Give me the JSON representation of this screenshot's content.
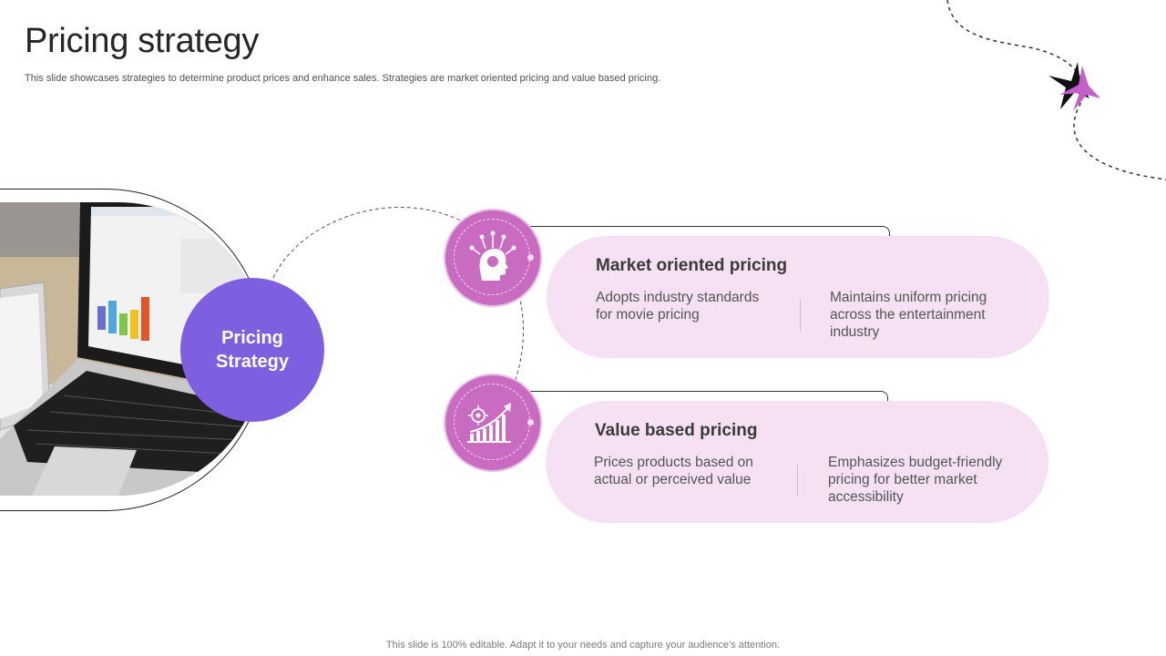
{
  "slide": {
    "title": "Pricing strategy",
    "subtitle": "This slide showcases strategies to determine product prices and enhance sales. Strategies are market oriented pricing and value based pricing.",
    "footer": "This slide is 100% editable. Adapt it to your needs and capture your audience’s attention."
  },
  "center": {
    "label": "Pricing Strategy"
  },
  "strategies": [
    {
      "title": "Market oriented pricing",
      "point_1": "Adopts industry standards for movie pricing",
      "point_2": "Maintains uniform pricing across the entertainment industry",
      "icon": "brain-network-icon"
    },
    {
      "title": "Value based pricing",
      "point_1": "Prices products based on actual or perceived value",
      "point_2": "Emphasizes budget-friendly pricing for better market accessibility",
      "icon": "growth-chart-target-icon"
    }
  ],
  "colors": {
    "accent_purple": "#7d5fe0",
    "icon_magenta": "#c86bc1",
    "pill_pink": "#f5e1f3",
    "star_magenta": "#c45ec9"
  }
}
